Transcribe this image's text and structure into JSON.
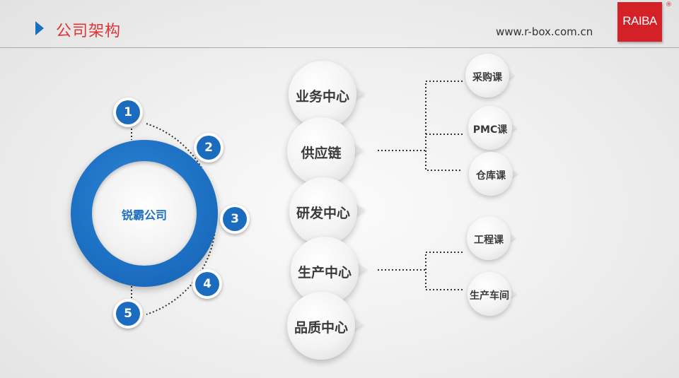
{
  "header": {
    "title": "公司架构",
    "url": "www.r-box.com.cn",
    "logo_text": "RAIBA",
    "logo_mark": "®"
  },
  "center": {
    "label": "锐霸公司"
  },
  "badges": [
    "1",
    "2",
    "3",
    "4",
    "5"
  ],
  "departments": [
    "业务中心",
    "供应链",
    "研发中心",
    "生产中心",
    "品质中心"
  ],
  "sections": {
    "supply_chain": [
      "采购课",
      "PMC课",
      "仓库课"
    ],
    "production": [
      "工程课",
      "生产车间"
    ]
  },
  "colors": {
    "accent_blue": "#1c6fc2",
    "title_red": "#e03436",
    "logo_red": "#d42128"
  }
}
